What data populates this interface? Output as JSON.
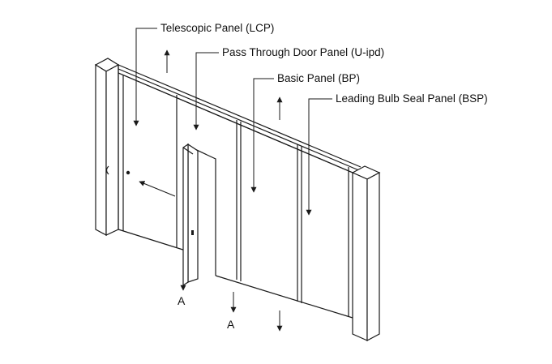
{
  "colors": {
    "line": "#1a1a1a",
    "background": "#ffffff"
  },
  "labels": {
    "telescopic_panel": "Telescopic Panel (LCP)",
    "pass_through_door_panel": "Pass Through Door Panel (U-ipd)",
    "basic_panel": "Basic  Panel (BP)",
    "leading_bulb_seal_panel": "Leading Bulb Seal Panel (BSP)",
    "section_left": "A",
    "section_right": "A"
  }
}
